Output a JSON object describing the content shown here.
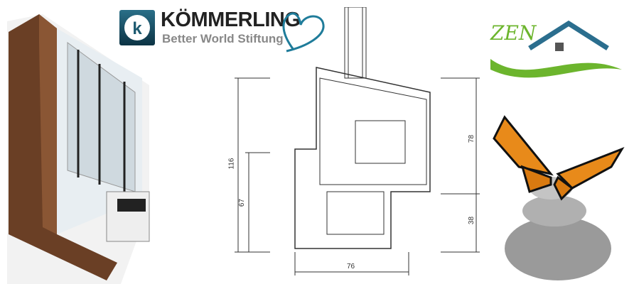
{
  "logo": {
    "brand": "KÖMMERLING",
    "subtitle": "Better World Stiftung",
    "accent": "#1f7c9a"
  },
  "drawing": {
    "dims": {
      "total_height": "116",
      "lower_height": "67",
      "upper_height": "78",
      "bottom_height": "38",
      "width": "76"
    }
  },
  "zen_logo": {
    "text": "ZEN",
    "green": "#6cb52d",
    "blue": "#2b6e8e"
  }
}
